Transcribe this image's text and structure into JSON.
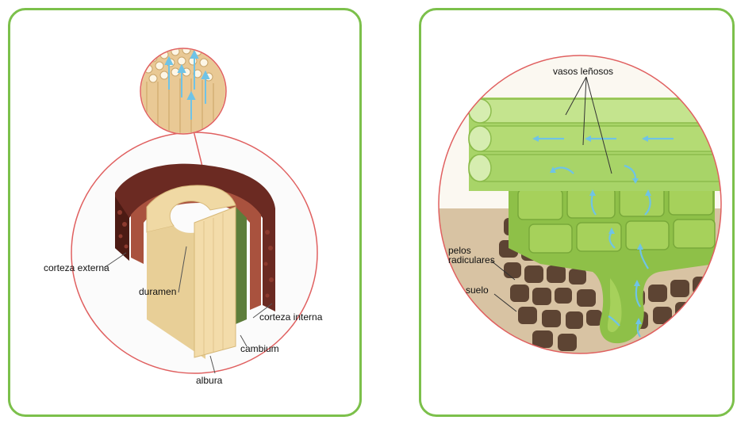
{
  "left_panel": {
    "labels": {
      "corteza_externa": "corteza externa",
      "duramen": "duramen",
      "corteza_interna": "corteza interna",
      "cambium": "cambium",
      "albura": "albura"
    }
  },
  "right_panel": {
    "labels": {
      "vasos_lenosos": "vasos leñosos",
      "pelos_radiculares_1": "pelos",
      "pelos_radiculares_2": "radiculares",
      "suelo": "suelo"
    }
  },
  "colors": {
    "panel_border": "#7cc04b",
    "circle_outline": "#e06060",
    "heartwood": "#efd9a6",
    "outer_bark": "#6b2a22",
    "cambium": "#5d7d3a",
    "xylem_green": "#9fcf55",
    "soil_brown": "#5d4433",
    "water_arrow": "#6fc3e6"
  }
}
